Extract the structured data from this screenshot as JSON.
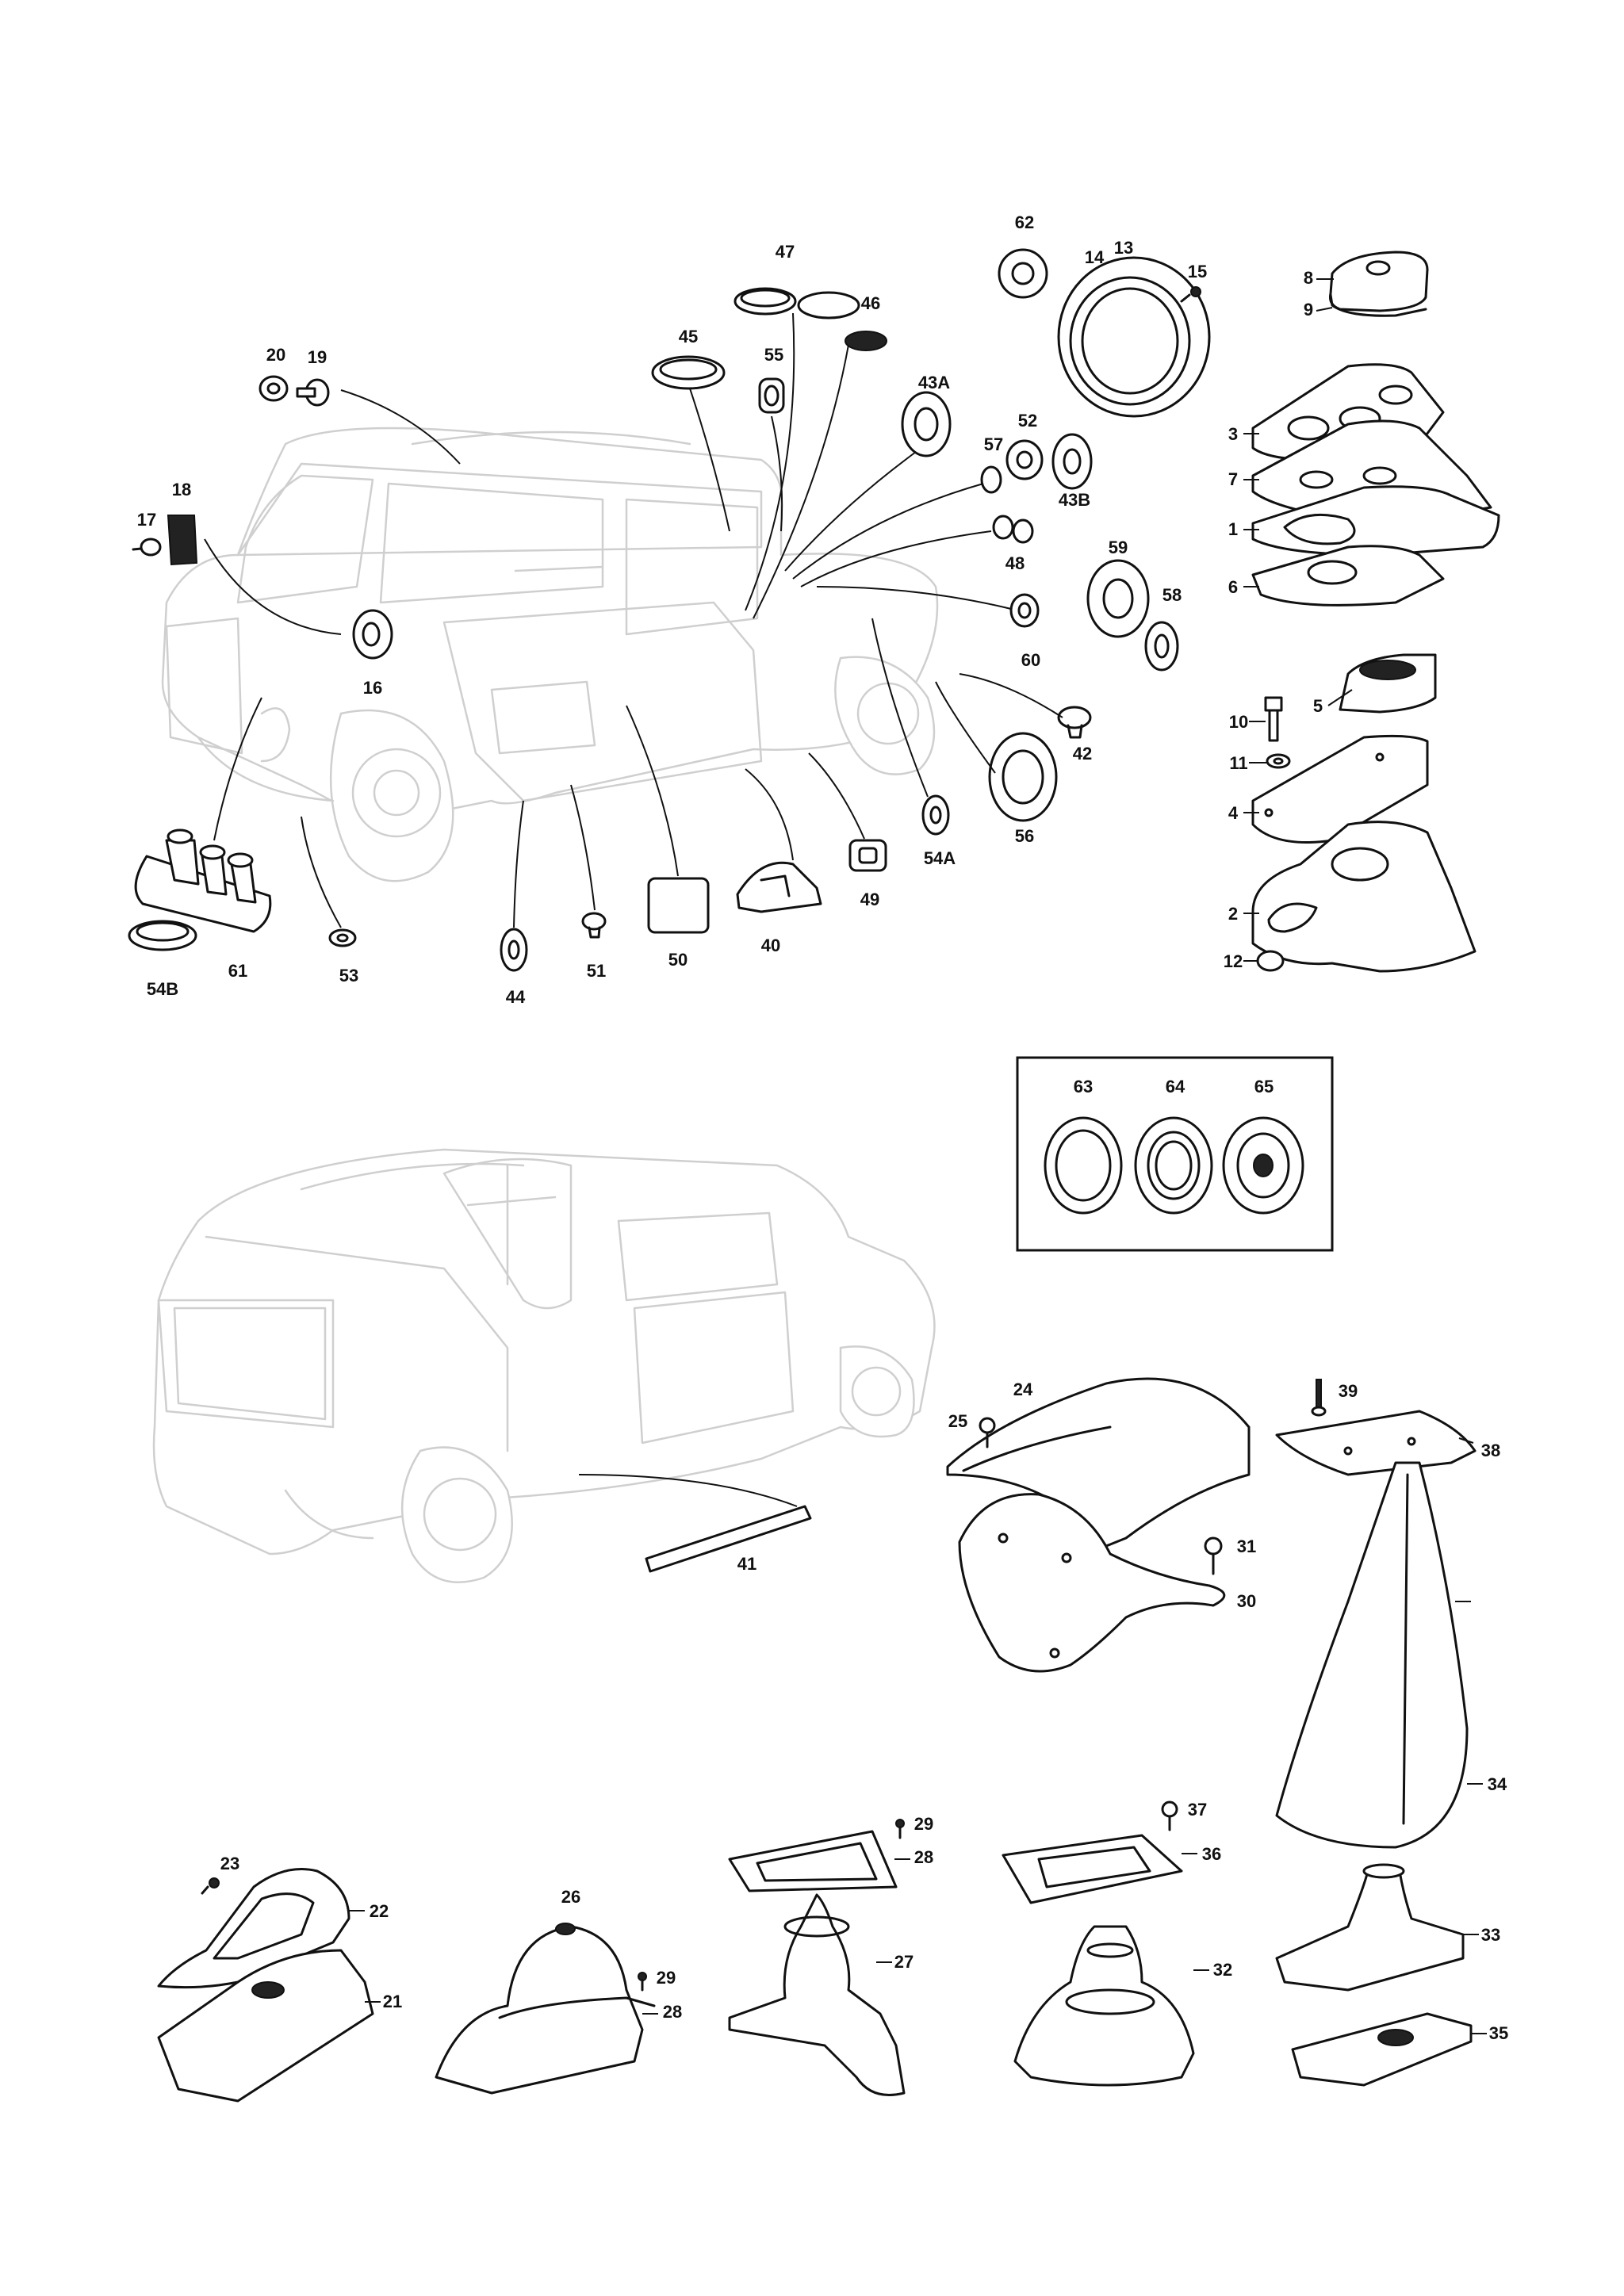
{
  "labels": {
    "p1": "1",
    "p2": "2",
    "p3": "3",
    "p4": "4",
    "p5": "5",
    "p6": "6",
    "p7": "7",
    "p8": "8",
    "p9": "9",
    "p10": "10",
    "p11": "11",
    "p12": "12",
    "p13": "13",
    "p14": "14",
    "p15": "15",
    "p16": "16",
    "p17": "17",
    "p18": "18",
    "p19": "19",
    "p20": "20",
    "p21": "21",
    "p22": "22",
    "p23": "23",
    "p24": "24",
    "p25": "25",
    "p26": "26",
    "p27": "27",
    "p28": "28",
    "p29": "29",
    "p30": "30",
    "p31": "31",
    "p32": "32",
    "p33": "33",
    "p34": "34",
    "p35": "35",
    "p36": "36",
    "p37": "37",
    "p38": "38",
    "p39": "39",
    "p40": "40",
    "p41": "41",
    "p42": "42",
    "p43A": "43A",
    "p43B": "43B",
    "p44": "44",
    "p45": "45",
    "p46": "46",
    "p47": "47",
    "p48": "48",
    "p49": "49",
    "p50": "50",
    "p51": "51",
    "p52": "52",
    "p53": "53",
    "p54A": "54A",
    "p54B": "54B",
    "p55": "55",
    "p56": "56",
    "p57": "57",
    "p58": "58",
    "p59": "59",
    "p60": "60",
    "p61": "61",
    "p62": "62",
    "p63": "63",
    "p64": "64",
    "p65": "65"
  },
  "colors": {
    "ink": "#111111",
    "ghost": "#cfcfcf",
    "paper": "#ffffff"
  }
}
